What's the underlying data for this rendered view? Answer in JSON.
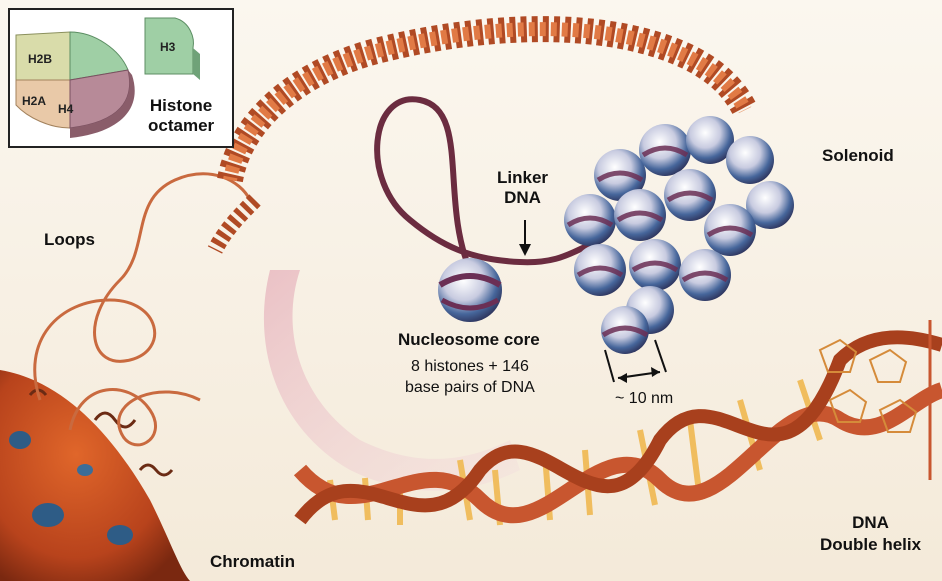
{
  "labels": {
    "histone_octamer": "Histone\noctamer",
    "h2b": "H2B",
    "h2a": "H2A",
    "h4": "H4",
    "h3": "H3",
    "loops": "Loops",
    "linker_dna": "Linker\nDNA",
    "solenoid": "Solenoid",
    "nucleosome_core": "Nucleosome core",
    "nucleosome_desc": "8 histones + 146\nbase pairs of DNA",
    "width": "~ 10 nm",
    "chromatin": "Chromatin",
    "dna": "DNA\nDouble helix"
  },
  "colors": {
    "fiber": "#c8562f",
    "fiber_dark": "#8e2f17",
    "histone_purple": "#5c3a6a",
    "histone_blue": "#3e5f93",
    "base_pair": "#f0bd5e",
    "h2b": "#d9dcaa",
    "h2a": "#e9c9a8",
    "h4": "#b78a98",
    "h3": "#9fcfa5"
  }
}
